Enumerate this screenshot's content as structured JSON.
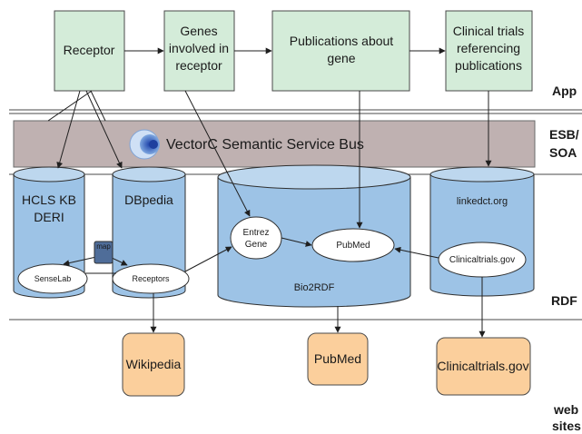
{
  "app_boxes": {
    "receptor": "Receptor",
    "genes": [
      "Genes",
      "involved in",
      "receptor"
    ],
    "publications": [
      "Publications about",
      "gene"
    ],
    "clinical": [
      "Clinical trials",
      "referencing",
      "publications"
    ]
  },
  "bus": {
    "label": "VectorC Semantic Service Bus"
  },
  "layers": {
    "app": "App",
    "esb": [
      "ESB/",
      "SOA"
    ],
    "rdf": "RDF",
    "web": [
      "web",
      "sites"
    ]
  },
  "stores": {
    "hcls": [
      "HCLS KB",
      "DERI"
    ],
    "dbpedia": "DBpedia",
    "bio2rdf": "Bio2RDF",
    "linkedct": "linkedct.org"
  },
  "nodes": {
    "senselab": "SenseLab",
    "receptors": "Receptors",
    "entrez": [
      "Entrez",
      "Gene"
    ],
    "pubmed": "PubMed",
    "clinicaltrials": "Clinicaltrials.gov"
  },
  "map_label": "map",
  "sites": {
    "wikipedia": "Wikipedia",
    "pubmed": "PubMed",
    "clinicaltrials": "Clinicaltrials.gov"
  },
  "colors": {
    "app_box": "#d4ecd9",
    "bus": "#bfb1b1",
    "rdf_store": "#9dc3e6",
    "web_site": "#fbcf9c",
    "map": "#4f6d99"
  }
}
